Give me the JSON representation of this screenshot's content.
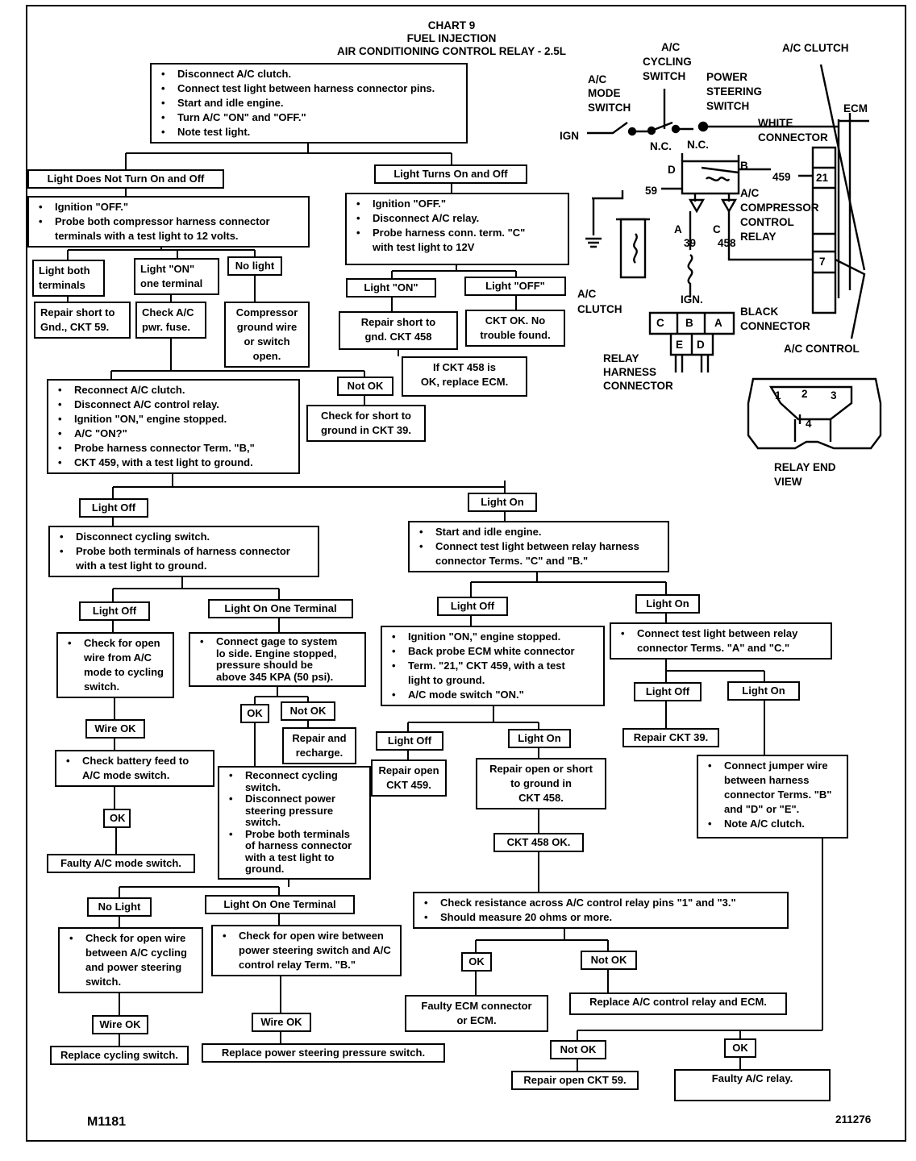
{
  "chart": {
    "title": [
      "CHART 9",
      "FUEL INJECTION",
      "AIR CONDITIONING CONTROL RELAY - 2.5L"
    ],
    "figure_number": "M1181",
    "part_number": "211276"
  },
  "nodes": {
    "start": [
      "Disconnect A/C clutch.",
      "Connect test light between harness connector pins.",
      "Start and idle engine.",
      "Turn A/C \"ON\" and \"OFF.\"",
      "Note test light."
    ],
    "light_not_toggle": "Light Does Not Turn On and Off",
    "light_toggles": "Light Turns On and Off",
    "ign_off_probe_both": [
      "Ignition \"OFF.\"",
      "Probe both compressor harness connector",
      "terminals with a test light to 12 volts."
    ],
    "ign_off_disconnect_relay": [
      "Ignition \"OFF.\"",
      "Disconnect A/C relay.",
      "Probe harness conn. term. \"C\"",
      "with test light to 12V"
    ],
    "light_both_terminals": [
      "Light both",
      "terminals"
    ],
    "light_on_one_terminal": [
      "Light \"ON\"",
      "one terminal"
    ],
    "no_light_1": "No light",
    "light_on_2": "Light \"ON\"",
    "light_off_2": "Light \"OFF\"",
    "repair_short_gnd_59": [
      "Repair short to",
      "Gnd., CKT 59."
    ],
    "check_ac_fuse": [
      "Check A/C",
      "pwr. fuse."
    ],
    "compressor_ground_open": [
      "Compressor",
      "ground wire",
      "or switch",
      "open."
    ],
    "repair_short_gnd_458": [
      "Repair short to",
      "gnd. CKT 458"
    ],
    "ckt_ok_no_trouble": [
      "CKT OK. No",
      "trouble found."
    ],
    "if_ckt_458_ok": [
      "If CKT 458 is",
      "OK, replace ECM."
    ],
    "reconnect_clutch": [
      "Reconnect A/C clutch.",
      "Disconnect A/C control relay.",
      "Ignition \"ON,\" engine stopped.",
      "A/C \"ON?\"",
      "Probe harness connector Term. \"B,\"",
      "CKT 459, with a test light to ground."
    ],
    "not_ok_1": "Not OK",
    "check_short_ckt39": [
      "Check for short to",
      "ground in CKT 39."
    ],
    "light_off_3": "Light Off",
    "light_on_3": "Light On",
    "disconnect_cycling": [
      "Disconnect cycling switch.",
      "Probe both terminals of harness connector",
      "with a test light to ground."
    ],
    "start_idle_connect": [
      "Start and idle engine.",
      "Connect test light between relay harness",
      "connector Terms. \"C\" and \"B.\""
    ],
    "light_off_4": "Light Off",
    "light_on_one_terminal_4": "Light On One Terminal",
    "light_off_5": "Light Off",
    "light_on_5": "Light On",
    "check_open_wire_mode": [
      "Check for open",
      "wire from A/C",
      "mode to cycling",
      "switch."
    ],
    "connect_gage": [
      "Connect gage to system",
      "lo side. Engine stopped,",
      "pressure should be",
      "above 345 KPA (50 psi)."
    ],
    "ign_on_back_probe": [
      "Ignition \"ON,\" engine stopped.",
      "Back probe ECM white connector",
      "Term. \"21,\" CKT 459, with a test",
      "light to ground.",
      "A/C mode switch \"ON.\""
    ],
    "connect_test_light_ac": [
      "Connect test light between relay",
      "connector Terms. \"A\" and \"C.\""
    ],
    "wire_ok_1": "Wire OK",
    "ok_1": "OK",
    "not_ok_2": "Not OK",
    "light_off_6": "Light Off",
    "light_on_6": "Light On",
    "light_off_7": "Light Off",
    "light_on_7": "Light On",
    "repair_recharge": [
      "Repair and",
      "recharge."
    ],
    "repair_ckt_39": "Repair CKT 39.",
    "check_battery_feed": [
      "Check battery feed to",
      "A/C mode switch."
    ],
    "reconnect_cycling": [
      "Reconnect cycling",
      "switch.",
      "Disconnect power",
      "steering pressure",
      "switch.",
      "Probe both terminals",
      "of harness connector",
      "with a test light to",
      "ground."
    ],
    "repair_open_459": [
      "Repair open",
      "CKT 459."
    ],
    "repair_open_short_458": [
      "Repair open or short",
      "to ground in",
      "CKT 458."
    ],
    "connect_jumper": [
      "Connect jumper wire",
      "between harness",
      "connector Terms. \"B\"",
      "and \"D\" or \"E\".",
      "Note A/C clutch."
    ],
    "ok_2": "OK",
    "faulty_mode_switch": "Faulty A/C mode switch.",
    "ckt_458_ok": "CKT 458 OK.",
    "no_light_8": "No Light",
    "light_on_one_terminal_8": "Light On One Terminal",
    "check_resistance": [
      "Check resistance across A/C control relay pins \"1\" and \"3.\"",
      "Should measure 20 ohms or more."
    ],
    "check_open_wire_cycling": [
      "Check for open wire",
      "between A/C cycling",
      "and power steering",
      "switch."
    ],
    "check_open_wire_ps": [
      "Check for open wire between",
      "power steering switch and A/C",
      "control relay Term. \"B.\""
    ],
    "ok_3": "OK",
    "not_ok_3": "Not OK",
    "wire_ok_2": "Wire OK",
    "wire_ok_3": "Wire OK",
    "faulty_ecm": [
      "Faulty ECM connector",
      "or ECM."
    ],
    "replace_relay_ecm": "Replace A/C control relay and ECM.",
    "replace_cycling": "Replace cycling switch.",
    "replace_ps_switch": "Replace power steering pressure switch.",
    "not_ok_4": "Not OK",
    "ok_4": "OK",
    "repair_open_59": "Repair open CKT 59.",
    "faulty_relay": "Faulty A/C relay."
  },
  "schematic": {
    "ac_clutch_top": "A/C CLUTCH",
    "ac_cycling_switch": [
      "A/C",
      "CYCLING",
      "SWITCH"
    ],
    "ac_mode_switch": [
      "A/C",
      "MODE",
      "SWITCH"
    ],
    "power_steering_switch": [
      "POWER",
      "STEERING",
      "SWITCH"
    ],
    "ecm": "ECM",
    "ign": "IGN",
    "nc_1": "N.C.",
    "nc_2": "N.C.",
    "white_connector": [
      "WHITE",
      "CONNECTOR"
    ],
    "pin_d": "D",
    "pin_b": "B",
    "wire_459": "459",
    "pin_21": "21",
    "wire_59": "59",
    "relay_label": [
      "A/C",
      "COMPRESSOR",
      "CONTROL",
      "RELAY"
    ],
    "pin_a": "A",
    "pin_c": "C",
    "wire_39": "39",
    "wire_458": "458",
    "pin_7": "7",
    "ac_clutch_bottom": [
      "A/C",
      "CLUTCH"
    ],
    "ign_bottom": "IGN.",
    "connector_top": [
      "C",
      "B",
      "A"
    ],
    "connector_bottom": [
      "E",
      "D"
    ],
    "black_connector": [
      "BLACK",
      "CONNECTOR"
    ],
    "ac_control": "A/C CONTROL",
    "relay_harness_connector": [
      "RELAY",
      "HARNESS",
      "CONNECTOR"
    ],
    "relay_pins": [
      "1",
      "2",
      "3",
      "4"
    ],
    "relay_end_view": [
      "RELAY END",
      "VIEW"
    ]
  }
}
